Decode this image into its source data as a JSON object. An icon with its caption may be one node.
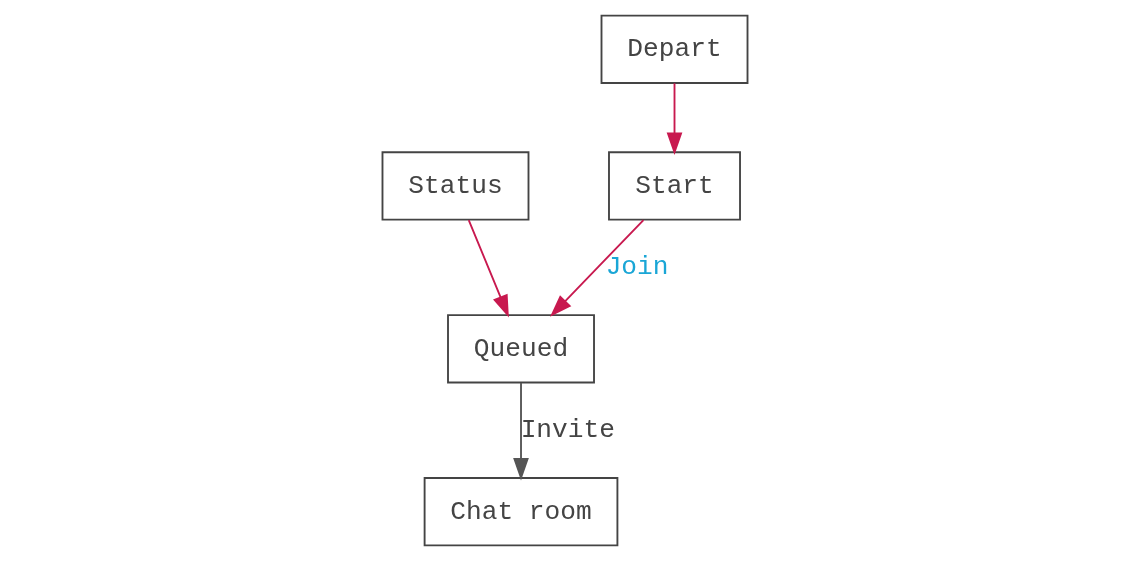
{
  "diagram": {
    "nodes": [
      {
        "text": [
          "Start"
        ]
      },
      {
        "text": [
          "Queued"
        ]
      },
      {
        "text": [
          "Status"
        ]
      },
      {
        "text": [
          "Depart"
        ]
      },
      {
        "text": [
          "Chat room"
        ]
      }
    ],
    "edges": [
      {
        "from": 0,
        "to": 1,
        "arrow": "to",
        "label": "Join"
      },
      {
        "from": 2,
        "to": 1,
        "arrow": "to"
      },
      {
        "from": 3,
        "to": 0,
        "arrow": "to"
      },
      {
        "from": 1,
        "to": 4,
        "arrow": "to",
        "label": "Invite",
        "color": "#555555"
      }
    ]
  }
}
